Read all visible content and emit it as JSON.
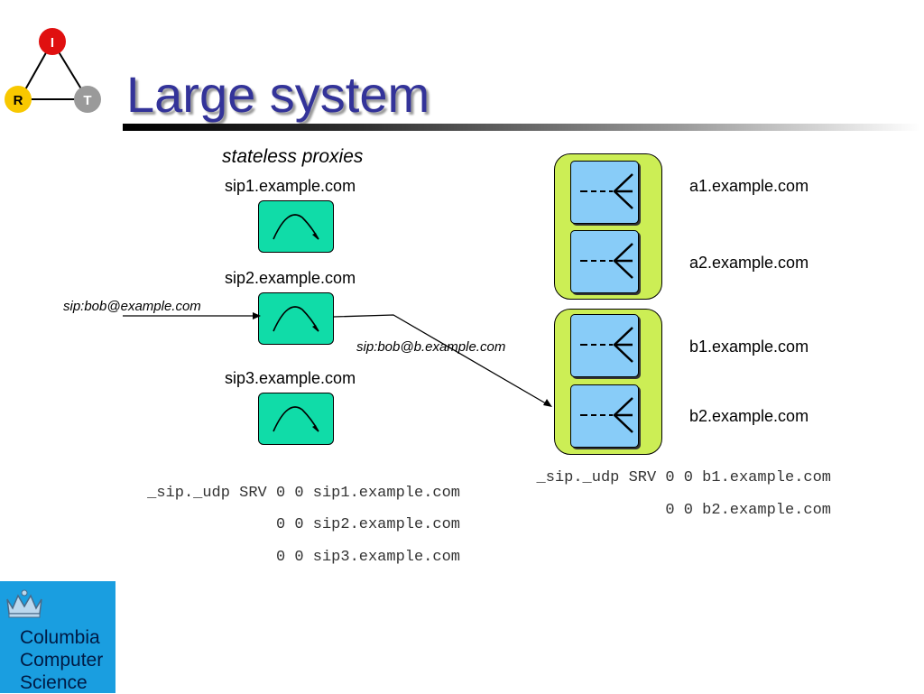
{
  "title": "Large system",
  "caption": "stateless proxies",
  "proxies": [
    "sip1.example.com",
    "sip2.example.com",
    "sip3.example.com"
  ],
  "uris": {
    "incoming": "sip:bob@example.com",
    "forwarded": "sip:bob@b.example.com"
  },
  "servers": [
    "a1.example.com",
    "a2.example.com",
    "b1.example.com",
    "b2.example.com"
  ],
  "dns_left": [
    "_sip._udp SRV 0 0 sip1.example.com",
    "0 0 sip2.example.com",
    "0 0 sip3.example.com"
  ],
  "dns_right": [
    "_sip._udp SRV 0 0 b1.example.com",
    "0 0 b2.example.com"
  ],
  "logo": {
    "icon_letters": [
      "I",
      "R",
      "T"
    ],
    "lines": [
      "Columbia",
      "Computer",
      "Science"
    ]
  },
  "colors": {
    "title": "#333399",
    "proxy": "#10dca8",
    "server_group": "#ccee55",
    "server": "#88ccf8",
    "logo_bg": "#1a9ee0"
  }
}
